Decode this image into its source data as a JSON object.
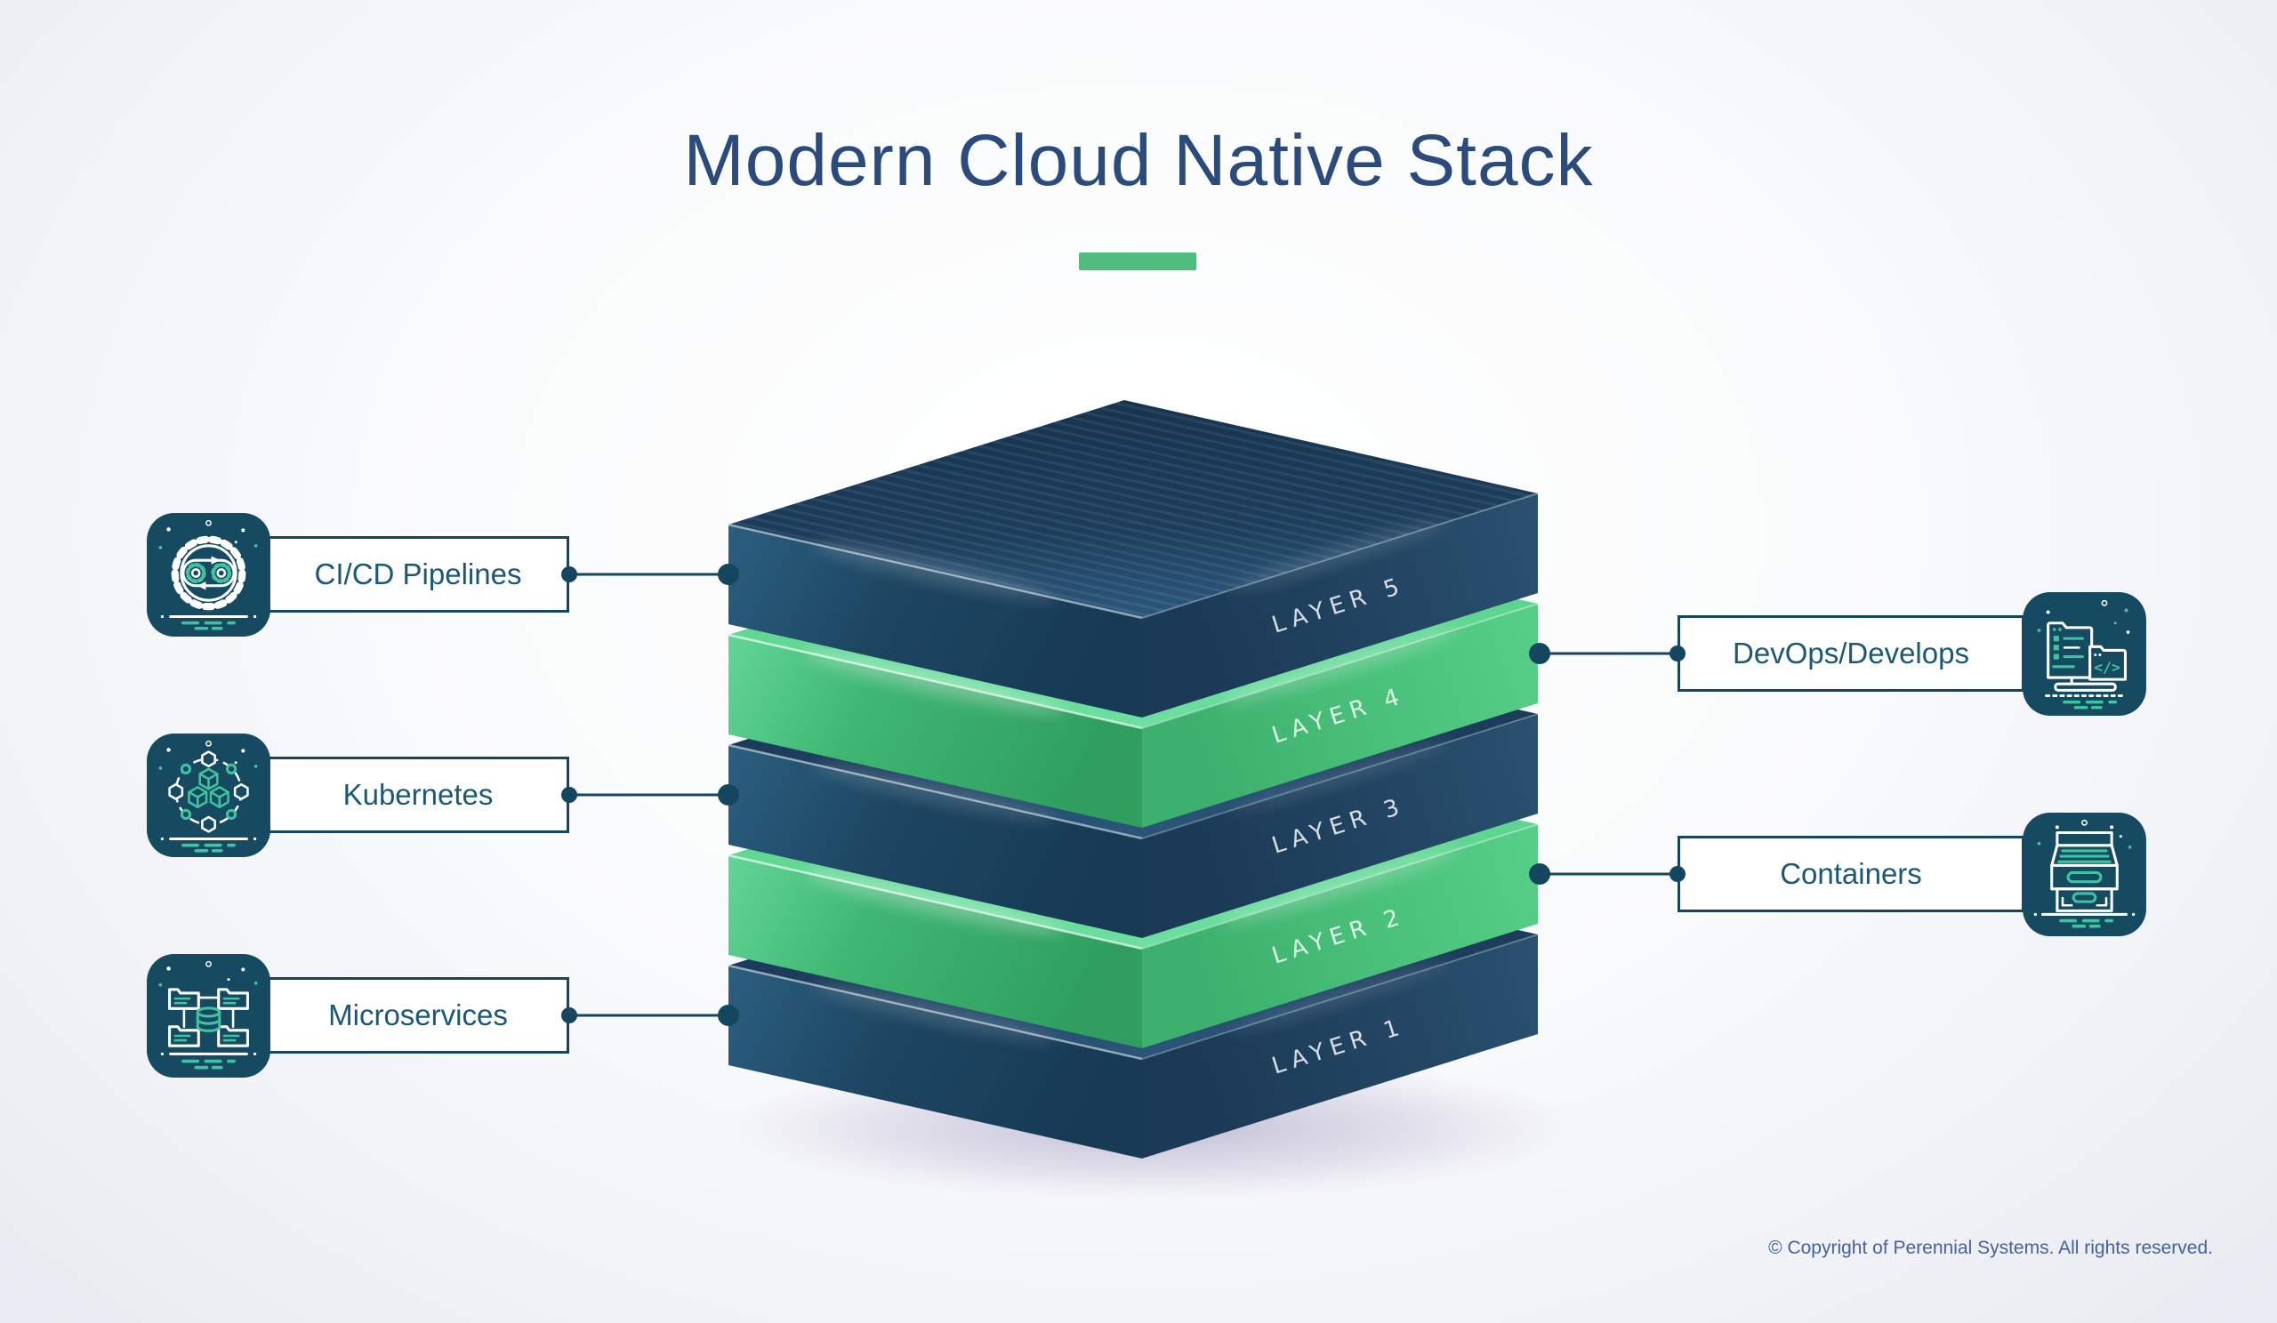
{
  "title": "Modern Cloud Native Stack",
  "accent": {
    "green": "#4ebd7e",
    "navy": "#1b3d59",
    "teal_line": "#15465f",
    "title_blue": "#2a4b7c",
    "label_text": "#1b5878",
    "icon_bg": "#154a60",
    "icon_teal": "#3fc3a1"
  },
  "stack": {
    "layers": [
      {
        "label": "LAYER 1",
        "color": "navy"
      },
      {
        "label": "LAYER 2",
        "color": "green"
      },
      {
        "label": "LAYER 3",
        "color": "navy"
      },
      {
        "label": "LAYER 4",
        "color": "green"
      },
      {
        "label": "LAYER 5",
        "color": "navy"
      }
    ]
  },
  "left_items": [
    {
      "label": "CI/CD Pipelines",
      "icon": "cicd-icon",
      "connects_to_layer": "LAYER 5"
    },
    {
      "label": "Kubernetes",
      "icon": "kubernetes-icon",
      "connects_to_layer": "LAYER 3"
    },
    {
      "label": "Microservices",
      "icon": "microservices-icon",
      "connects_to_layer": "LAYER 1"
    }
  ],
  "right_items": [
    {
      "label": "DevOps/Develops",
      "icon": "devops-icon",
      "connects_to_layer": "LAYER 4"
    },
    {
      "label": "Containers",
      "icon": "containers-icon",
      "connects_to_layer": "LAYER 2"
    }
  ],
  "icons": {
    "devops_code_glyph": "</>"
  },
  "footer": {
    "copyright": "© Copyright of Perennial Systems. All rights reserved."
  }
}
